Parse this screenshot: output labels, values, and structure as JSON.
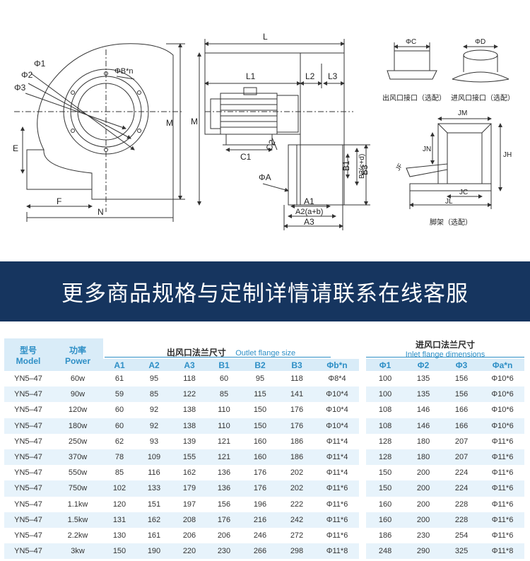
{
  "drawing": {
    "front_view": {
      "labels": [
        "Φ1",
        "Φ2",
        "Φ3",
        "ΦB*n",
        "E",
        "F",
        "N",
        "M"
      ]
    },
    "side_view": {
      "labels": [
        "L",
        "L1",
        "L2",
        "L3",
        "M",
        "C1",
        "C2",
        "ΦA",
        "A1",
        "A2(a+b)",
        "A3",
        "B1",
        "B2(c+d)",
        "B3"
      ]
    },
    "outlet_connector": {
      "dim": "ΦC",
      "caption": "出风口接口（选配）"
    },
    "inlet_connector": {
      "dim": "ΦD",
      "caption": "进风口接口（选配）"
    },
    "stand": {
      "labels": [
        "JM",
        "JN",
        "JH",
        "JC",
        "JL",
        "JF"
      ],
      "caption": "脚架（选配）"
    }
  },
  "banner": {
    "text": "更多商品规格与定制详情请联系在线客服"
  },
  "table": {
    "model": {
      "zh": "型号",
      "en": "Model"
    },
    "power": {
      "zh": "功率",
      "en": "Power"
    },
    "outlet_group": {
      "zh": "出风口法兰尺寸",
      "en": "Outlet flange size"
    },
    "inlet_group": {
      "zh": "进风口法兰尺寸",
      "en": "Inlet flange dimensions"
    },
    "outlet_cols": [
      "A1",
      "A2",
      "A3",
      "B1",
      "B2",
      "B3",
      "Φb*n"
    ],
    "inlet_cols": [
      "Φ1",
      "Φ2",
      "Φ3",
      "Φa*n"
    ],
    "rows": [
      [
        "YN5–47",
        "60w",
        "61",
        "95",
        "118",
        "60",
        "95",
        "118",
        "Φ8*4",
        "100",
        "135",
        "156",
        "Φ10*6"
      ],
      [
        "YN5–47",
        "90w",
        "59",
        "85",
        "122",
        "85",
        "115",
        "141",
        "Φ10*4",
        "100",
        "135",
        "156",
        "Φ10*6"
      ],
      [
        "YN5–47",
        "120w",
        "60",
        "92",
        "138",
        "110",
        "150",
        "176",
        "Φ10*4",
        "108",
        "146",
        "166",
        "Φ10*6"
      ],
      [
        "YN5–47",
        "180w",
        "60",
        "92",
        "138",
        "110",
        "150",
        "176",
        "Φ10*4",
        "108",
        "146",
        "166",
        "Φ10*6"
      ],
      [
        "YN5–47",
        "250w",
        "62",
        "93",
        "139",
        "121",
        "160",
        "186",
        "Φ11*4",
        "128",
        "180",
        "207",
        "Φ11*6"
      ],
      [
        "YN5–47",
        "370w",
        "78",
        "109",
        "155",
        "121",
        "160",
        "186",
        "Φ11*4",
        "128",
        "180",
        "207",
        "Φ11*6"
      ],
      [
        "YN5–47",
        "550w",
        "85",
        "116",
        "162",
        "136",
        "176",
        "202",
        "Φ11*4",
        "150",
        "200",
        "224",
        "Φ11*6"
      ],
      [
        "YN5–47",
        "750w",
        "102",
        "133",
        "179",
        "136",
        "176",
        "202",
        "Φ11*6",
        "150",
        "200",
        "224",
        "Φ11*6"
      ],
      [
        "YN5–47",
        "1.1kw",
        "120",
        "151",
        "197",
        "156",
        "196",
        "222",
        "Φ11*6",
        "160",
        "200",
        "228",
        "Φ11*6"
      ],
      [
        "YN5–47",
        "1.5kw",
        "131",
        "162",
        "208",
        "176",
        "216",
        "242",
        "Φ11*6",
        "160",
        "200",
        "228",
        "Φ11*6"
      ],
      [
        "YN5–47",
        "2.2kw",
        "130",
        "161",
        "206",
        "206",
        "246",
        "272",
        "Φ11*6",
        "186",
        "230",
        "254",
        "Φ11*6"
      ],
      [
        "YN5–47",
        "3kw",
        "150",
        "190",
        "220",
        "230",
        "266",
        "298",
        "Φ11*8",
        "248",
        "290",
        "325",
        "Φ11*8"
      ]
    ]
  }
}
